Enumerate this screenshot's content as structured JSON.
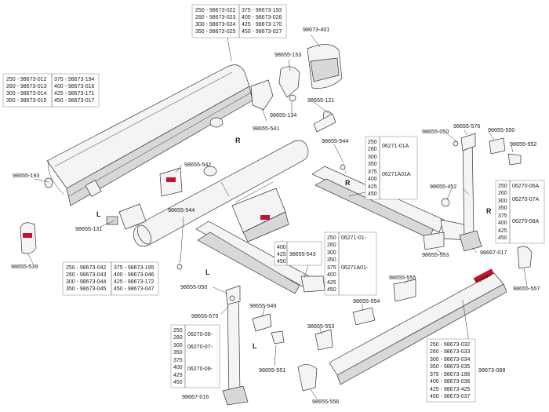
{
  "part_labels": {
    "p_401": "98673-401",
    "p_153": "98655-153",
    "p_121": "98655-121",
    "p_134": "98655-134",
    "p_541": "98655-541",
    "p_542": "98655-542",
    "p_193": "98655-193",
    "p_539": "98655-539",
    "p_131": "98655-131",
    "p_544a": "98655-544",
    "p_544b": "98655-544",
    "p_050a": "98655-050",
    "p_576": "98655-576",
    "p_550": "98655-550",
    "p_552": "98655-552",
    "p_452": "98655-452",
    "p_017": "98667-017",
    "p_553a": "98655-553",
    "p_555": "98655-555",
    "p_554": "98655-554",
    "p_557": "98655-557",
    "p_088": "98673-088",
    "p_050b": "98655-050",
    "p_575": "98655-575",
    "p_549": "98655-549",
    "p_551": "98655-551",
    "p_553b": "98655-553",
    "p_016": "98667-016",
    "p_556": "98655-556"
  },
  "side_markers": {
    "r1": "R",
    "r2": "R",
    "r3": "R",
    "l1": "L",
    "l2": "L",
    "l3": "L"
  },
  "tables": {
    "t_top": {
      "col1": [
        "250 - 98673-022",
        "260 - 98673-023",
        "300 - 98673-024",
        "350 - 98673-025"
      ],
      "col2": [
        "375 - 98673-193",
        "400 - 98673-026",
        "425 - 98673-170",
        "450 - 98673-027"
      ]
    },
    "t_left": {
      "col1": [
        "250 - 98673-012",
        "260 - 98673-013",
        "300 - 98673-014",
        "350 - 98673-015"
      ],
      "col2": [
        "375 - 98673-194",
        "400 - 98673-016",
        "425 - 98673-171",
        "450 - 98673-017"
      ]
    },
    "t_lower": {
      "col1": [
        "250 - 98673-042",
        "260 - 98673-043",
        "300 - 98673-044",
        "350 - 98673-045"
      ],
      "col2": [
        "375 - 98673-195",
        "400 - 98673-046",
        "425 - 98673-172",
        "450 - 98673-047"
      ]
    },
    "t_arm_r": {
      "sizes": [
        "250",
        "260",
        "300",
        "350",
        "375",
        "400",
        "425",
        "450"
      ],
      "codes": [
        "06271-01A",
        "06271A01A"
      ]
    },
    "t_arm_l": {
      "sizes": [
        "250",
        "260",
        "300",
        "350",
        "375",
        "400",
        "425",
        "450"
      ],
      "codes": [
        "06271-01-",
        "06271A01-"
      ]
    },
    "t_543": {
      "sizes": [
        "400",
        "425",
        "450"
      ],
      "code": "98655-543"
    },
    "t_leg_r": {
      "sizes": [
        "250",
        "260",
        "300",
        "350",
        "375",
        "400",
        "425",
        "450"
      ],
      "codes": [
        "06270-06A",
        "06270-07A",
        "06270-08A"
      ]
    },
    "t_leg_l": {
      "sizes": [
        "250",
        "260",
        "300",
        "350",
        "375",
        "400",
        "425",
        "450"
      ],
      "codes": [
        "06270-06-",
        "06270-07-",
        "06270-08-"
      ]
    },
    "t_bottom": {
      "rows": [
        "250 - 98673-032",
        "260 - 98673-033",
        "300 - 98673-034",
        "350 - 98673-035",
        "375 - 98673-196",
        "400 - 98673-036",
        "425 - 98673-425",
        "450 - 98673-037"
      ]
    }
  },
  "brand": "FIAMMA",
  "colors": {
    "brand_red": "#c8102e",
    "line": "#333333",
    "box_border": "#999999"
  }
}
